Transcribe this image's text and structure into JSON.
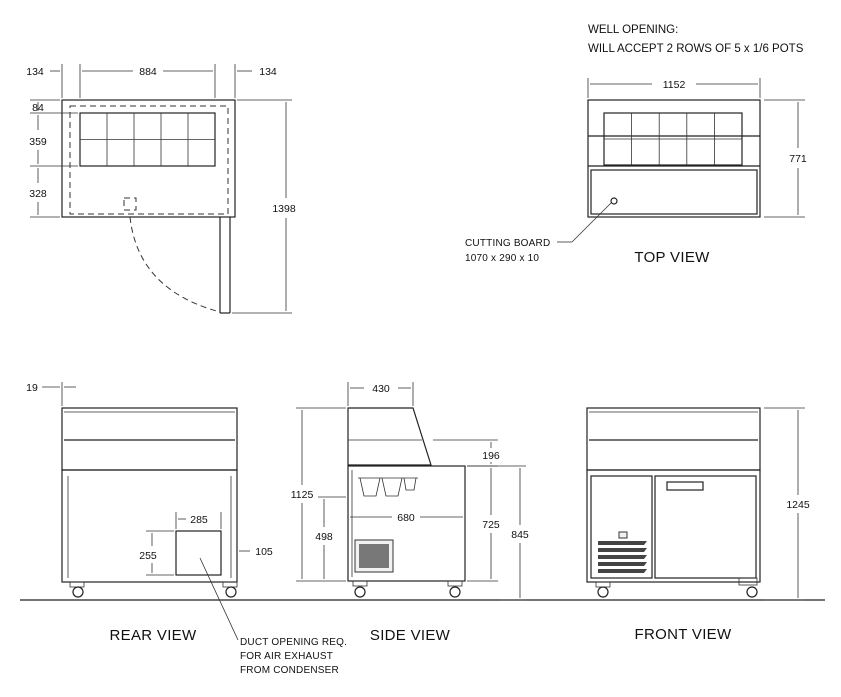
{
  "notes": {
    "well_opening_1": "WELL OPENING:",
    "well_opening_2": "WILL ACCEPT 2 ROWS OF 5 x 1/6 POTS",
    "cutting_board_1": "CUTTING BOARD",
    "cutting_board_2": "1070 x 290 x 10",
    "duct_1": "DUCT OPENING REQ.",
    "duct_2": "FOR AIR EXHAUST",
    "duct_3": "FROM CONDENSER"
  },
  "views": {
    "top": "TOP VIEW",
    "rear": "REAR VIEW",
    "side": "SIDE VIEW",
    "front": "FRONT VIEW"
  },
  "dims": {
    "plan_left_offset": "134",
    "plan_opening_width": "884",
    "plan_right_offset": "134",
    "plan_top_offset": "84",
    "plan_opening_depth": "359",
    "plan_bottom_offset": "328",
    "plan_overall_depth": "1398",
    "top_width": "1152",
    "top_depth": "771",
    "rear_offset": "19",
    "duct_width": "285",
    "duct_height": "255",
    "duct_base": "105",
    "side_top_depth": "430",
    "side_overall_height": "1125",
    "side_well_drop": "196",
    "side_body_depth": "680",
    "side_lower": "498",
    "side_body_height": "725",
    "side_counter_height": "845",
    "front_height": "1245"
  }
}
